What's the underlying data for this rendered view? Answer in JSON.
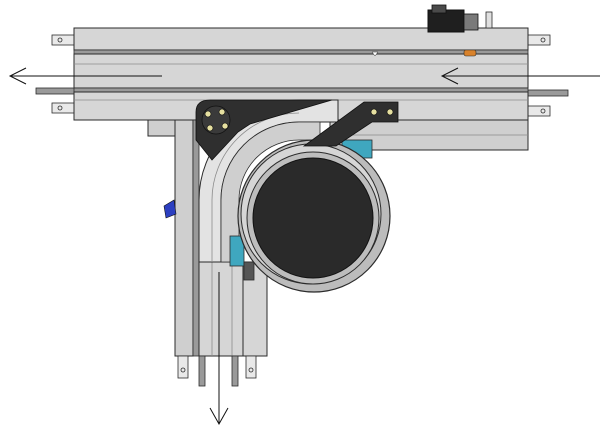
{
  "diagram": {
    "kind": "conveyor-curve-top-view",
    "flow_directions": {
      "inbound": "right-to-left",
      "outbound_main": "leftward",
      "outbound_branch": "downward"
    },
    "colors": {
      "background": "#ffffff",
      "rail_light": "#d6d6d6",
      "rail_mid": "#bdbdbd",
      "rail_dark": "#9a9a9a",
      "outline": "#2b2b2b",
      "bracket": "#2f2f2f",
      "drum_dark": "#2a2a2a",
      "drum_ring": "#bcbcbc",
      "accent_cyan": "#3fa7bf",
      "accent_blue": "#2c3fc0",
      "accent_orange": "#d9822b",
      "motor_dark": "#1f1f1f"
    },
    "icons": [
      "arrow-left-icon",
      "arrow-down-icon",
      "mounting-tab-icon",
      "drive-motor-icon",
      "sensor-icon"
    ]
  }
}
